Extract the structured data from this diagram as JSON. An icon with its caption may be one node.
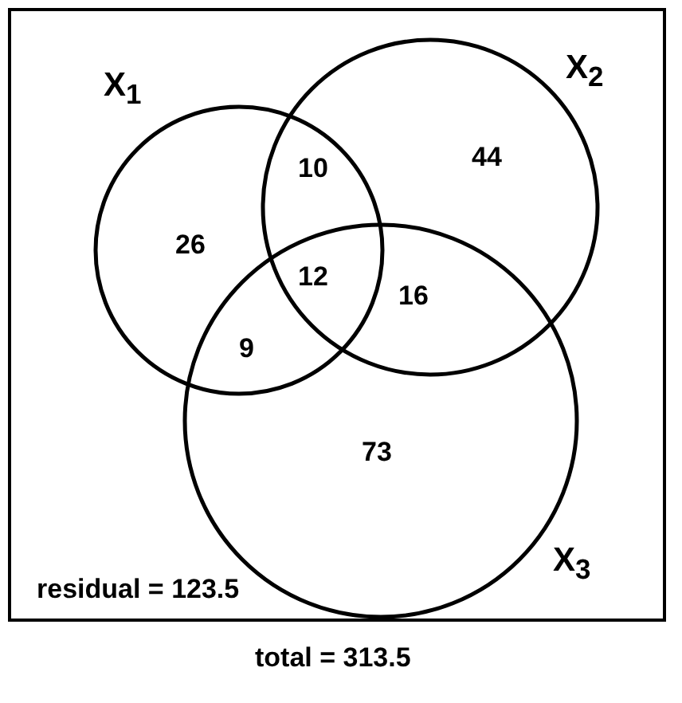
{
  "diagram": {
    "caption": "total = 313.5",
    "nodes": [
      {
        "text": [
          "residual = 123.5"
        ]
      },
      {
        "text": [
          "X$_{1}$"
        ],
        "in": 0
      },
      {
        "text": [
          "X$_{2}$"
        ],
        "in": 0
      },
      {
        "text": [
          "X$_{3}$"
        ],
        "in": 0
      }
    ],
    "labels": [
      "10",
      "44",
      "26",
      "12",
      "16",
      "9",
      "73"
    ]
  }
}
